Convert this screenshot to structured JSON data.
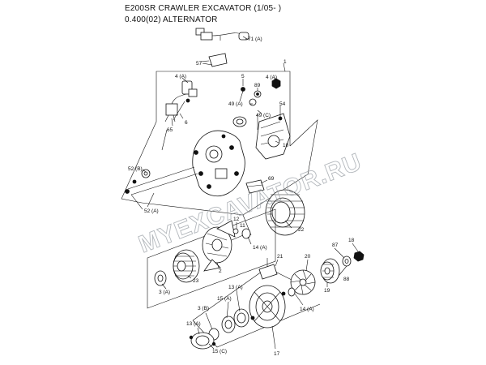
{
  "header": {
    "title": "E200SR CRAWLER EXCAVATOR (1/05- )",
    "subtitle": "0.400(02) ALTERNATOR"
  },
  "watermark": "MYEXCAVATOR.RU",
  "callouts": [
    {
      "id": "c71a",
      "text": "71 (A)"
    },
    {
      "id": "c57",
      "text": "57"
    },
    {
      "id": "c1",
      "text": "1"
    },
    {
      "id": "c4a",
      "text": "4 (A)"
    },
    {
      "id": "c89",
      "text": "89"
    },
    {
      "id": "c4a2",
      "text": "4 (A)"
    },
    {
      "id": "c5",
      "text": "5"
    },
    {
      "id": "c49a",
      "text": "49 (A)"
    },
    {
      "id": "c49c",
      "text": "49 (C)"
    },
    {
      "id": "c54",
      "text": "54"
    },
    {
      "id": "c6",
      "text": "6"
    },
    {
      "id": "c65",
      "text": "65"
    },
    {
      "id": "c10",
      "text": "10"
    },
    {
      "id": "c52b",
      "text": "52 (B)"
    },
    {
      "id": "c69",
      "text": "69"
    },
    {
      "id": "c52a",
      "text": "52 (A)"
    },
    {
      "id": "c12",
      "text": "12"
    },
    {
      "id": "c11",
      "text": "11"
    },
    {
      "id": "c22",
      "text": "22"
    },
    {
      "id": "c14a",
      "text": "14 (A)"
    },
    {
      "id": "c87",
      "text": "87"
    },
    {
      "id": "c18",
      "text": "18"
    },
    {
      "id": "c21",
      "text": "21"
    },
    {
      "id": "c20",
      "text": "20"
    },
    {
      "id": "c2",
      "text": "2"
    },
    {
      "id": "c23",
      "text": "23"
    },
    {
      "id": "c88",
      "text": "88"
    },
    {
      "id": "c19",
      "text": "19"
    },
    {
      "id": "c3a",
      "text": "3 (A)"
    },
    {
      "id": "c13a",
      "text": "13 (A)"
    },
    {
      "id": "c15a",
      "text": "15 (A)"
    },
    {
      "id": "c14a2",
      "text": "14 (A)"
    },
    {
      "id": "c3b",
      "text": "3 (B)"
    },
    {
      "id": "c13a2",
      "text": "13 (A)"
    },
    {
      "id": "c15c",
      "text": "15 (C)"
    },
    {
      "id": "c17",
      "text": "17"
    }
  ]
}
